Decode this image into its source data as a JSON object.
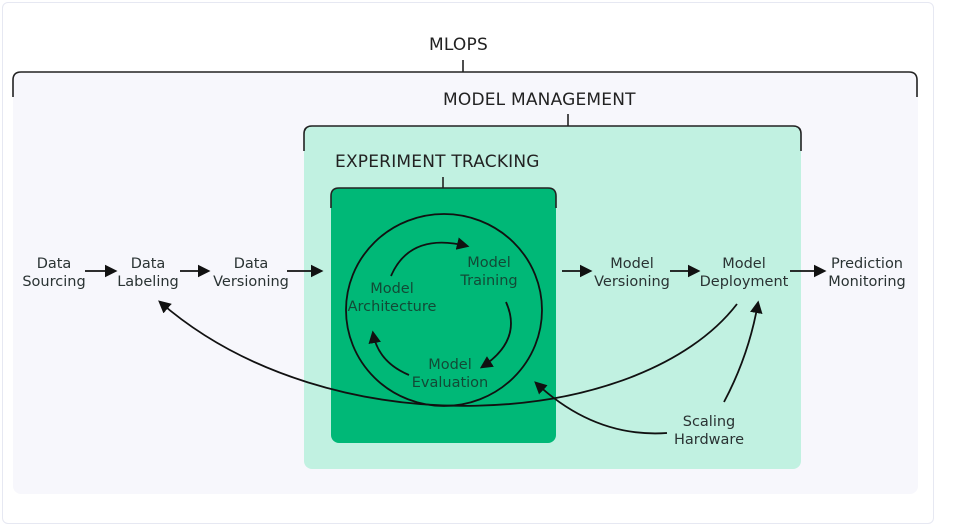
{
  "diagram": {
    "title": "MLOps lifecycle diagram",
    "colors": {
      "mlops_background": "#f7f7fc",
      "model_management_background": "#c1f1e1",
      "experiment_tracking_background": "#00b877",
      "stroke": "#111111"
    },
    "sections": {
      "mlops": "MLOPS",
      "model_management": "MODEL MANAGEMENT",
      "experiment_tracking": "EXPERIMENT TRACKING"
    },
    "nodes": {
      "data_sourcing": [
        "Data",
        "Sourcing"
      ],
      "data_labeling": [
        "Data",
        "Labeling"
      ],
      "data_versioning": [
        "Data",
        "Versioning"
      ],
      "model_architecture": [
        "Model",
        "Architecture"
      ],
      "model_training": [
        "Model",
        "Training"
      ],
      "model_evaluation": [
        "Model",
        "Evaluation"
      ],
      "model_versioning": [
        "Model",
        "Versioning"
      ],
      "model_deployment": [
        "Model",
        "Deployment"
      ],
      "prediction_monitoring": [
        "Prediction",
        "Monitoring"
      ],
      "scaling_hardware": [
        "Scaling",
        "Hardware"
      ]
    },
    "edges": [
      {
        "from": "Data Sourcing",
        "to": "Data Labeling"
      },
      {
        "from": "Data Labeling",
        "to": "Data Versioning"
      },
      {
        "from": "Data Versioning",
        "to": "Experiment Tracking"
      },
      {
        "from": "Model Architecture",
        "to": "Model Training"
      },
      {
        "from": "Model Training",
        "to": "Model Evaluation"
      },
      {
        "from": "Model Evaluation",
        "to": "Model Architecture"
      },
      {
        "from": "Experiment Tracking",
        "to": "Model Versioning"
      },
      {
        "from": "Model Versioning",
        "to": "Model Deployment"
      },
      {
        "from": "Model Deployment",
        "to": "Prediction Monitoring"
      },
      {
        "from": "Model Deployment",
        "to": "Data Labeling"
      },
      {
        "from": "Scaling Hardware",
        "to": "Model Deployment"
      },
      {
        "from": "Scaling Hardware",
        "to": "Experiment Tracking"
      }
    ]
  }
}
